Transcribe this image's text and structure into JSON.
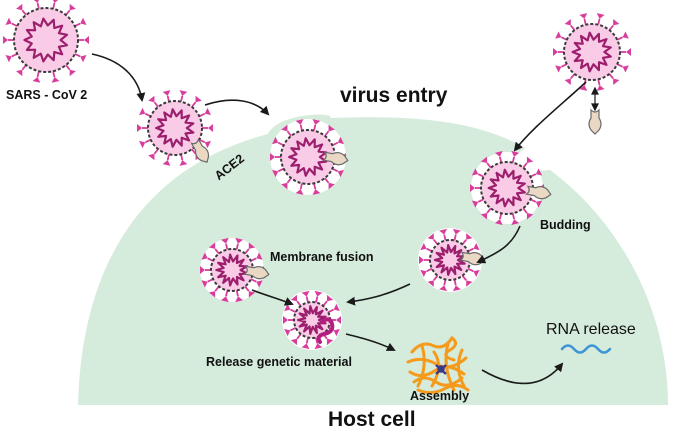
{
  "labels": {
    "sars_cov2": "SARS - CoV 2",
    "virus_entry": "virus entry",
    "ace2": "ACE2",
    "budding": "Budding",
    "membrane_fusion": "Membrane fusion",
    "release_genetic_material": "Release genetic material",
    "assembly": "Assembly",
    "rna_release": "RNA release",
    "host_cell": "Host cell"
  },
  "colors": {
    "cell_fill": "#d5ebdb",
    "virus_body": "#f9cbe6",
    "virus_spike": "#d93d9c",
    "virus_rna": "#9c1f6e",
    "virus_membrane": "#3a3a3a",
    "receptor": "#e8d8c4",
    "assembly_orange": "#f59a1a",
    "rna_blue": "#3f95d6",
    "arrow": "#1a1a1a"
  },
  "icons": [
    "virus-icon",
    "ace2-receptor-icon",
    "assembly-cluster-icon",
    "rna-strand-icon"
  ]
}
